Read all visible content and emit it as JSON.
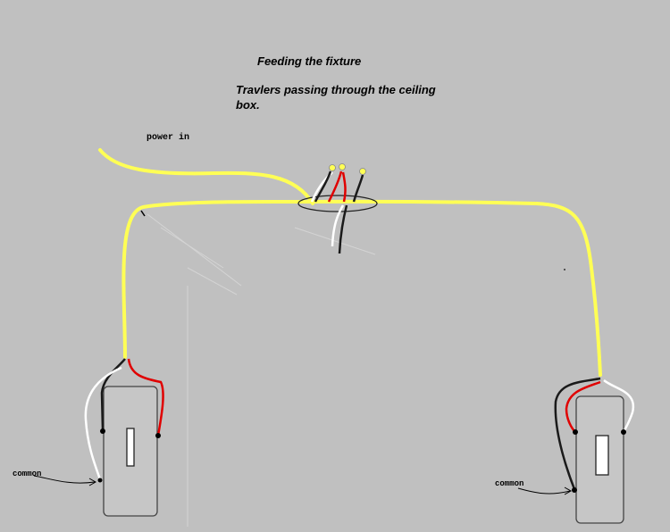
{
  "diagram": {
    "title": "Feeding the fixture",
    "subtitle": "Travlers passing through the ceiling box.",
    "labels": {
      "power_in": "power in",
      "common_left": "common",
      "common_right": "common"
    },
    "colors": {
      "background": "#c0c0c0",
      "hot_wire": "#ffff55",
      "traveler_red": "#e00000",
      "traveler_black": "#1a1a1a",
      "neutral_white": "#ffffff",
      "switch_outline": "#444444"
    },
    "components": [
      "ceiling-box",
      "light-fixture",
      "switch-left",
      "switch-right"
    ]
  }
}
